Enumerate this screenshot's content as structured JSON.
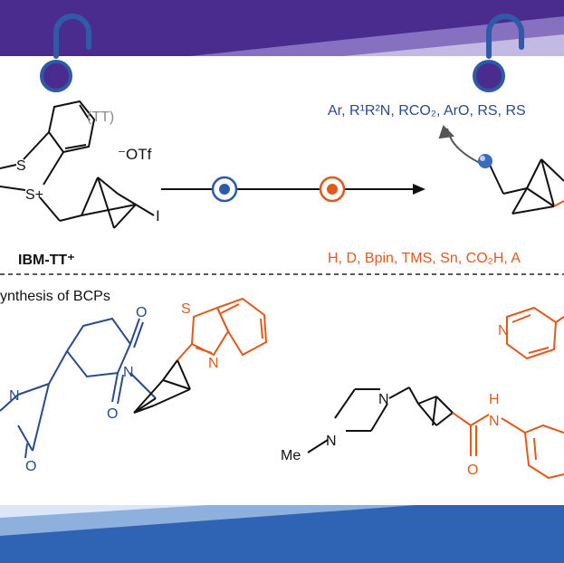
{
  "colors": {
    "top_band": "#4a2c8f",
    "bottom_band": "#2f63b3",
    "navy_text": "#2b4a8c",
    "orange": "#e05a1c",
    "ring_blue": "#2e5aa8",
    "ring_purple": "#5b2f8f"
  },
  "reagent": {
    "tt_label": "(TT)",
    "s_label": "S",
    "s_plus_label": "S+",
    "otf_label": "⁻OTf",
    "iodine_label": "I",
    "name_label": "IBM-TT⁺"
  },
  "scheme": {
    "nucleophiles": "Ar, R¹R²N, RCO₂, ArO, RS, RS",
    "substituents": "H, D, Bpin, TMS, Sn, CO₂H, A"
  },
  "section": {
    "title": "ynthesis of BCPs"
  },
  "molecule1": {
    "n1": "N",
    "n2": "N",
    "o1": "O",
    "o2": "O",
    "o3": "O",
    "s": "S",
    "n3": "N"
  },
  "molecule2": {
    "n_left": "N",
    "n_top": "N",
    "me": "Me",
    "h": "H",
    "nh": "N",
    "o": "O",
    "pyr_n": "N"
  },
  "icons": {
    "ring_icon": "binder-ring-icon",
    "step_icon": "circle-dot-icon",
    "arrow_icon": "arrow-right-icon"
  }
}
